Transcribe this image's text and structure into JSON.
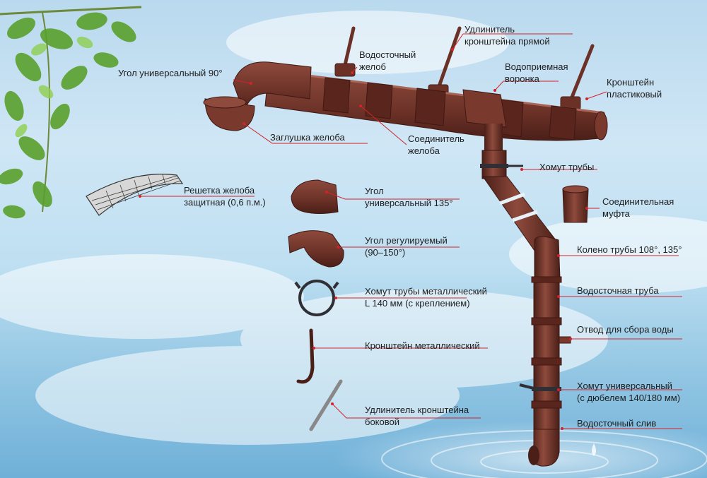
{
  "colors": {
    "pipe": "#6b3127",
    "pipe_light": "#8e4a3c",
    "pipe_dark": "#4a1f18",
    "leader": "#d2232a",
    "metal": "#2f2f35",
    "leaf": "#5aa02c"
  },
  "labels": {
    "bracket_extender_straight": [
      "Удлинитель",
      "кронштейна прямой"
    ],
    "gutter": [
      "Водосточный",
      "желоб"
    ],
    "funnel": [
      "Водоприемная",
      "воронка"
    ],
    "bracket_plastic": [
      "Кронштейн",
      "пластиковый"
    ],
    "corner_90": [
      "Угол универсальный 90°"
    ],
    "gutter_cap": [
      "Заглушка желоба"
    ],
    "gutter_connector": [
      "Соединитель",
      "желоба"
    ],
    "pipe_clamp": [
      "Хомут трубы"
    ],
    "gutter_grid": [
      "Решетка желоба",
      "защитная (0,6 п.м.)"
    ],
    "corner_135": [
      "Угол",
      "универсальный 135°"
    ],
    "coupling": [
      "Соединительная",
      "муфта"
    ],
    "corner_adjustable": [
      "Угол регулируемый",
      "(90–150°)"
    ],
    "elbow": [
      "Колено трубы 108°, 135°"
    ],
    "clamp_metal": [
      "Хомут трубы металлический",
      "L 140 мм (с креплением)"
    ],
    "downpipe": [
      "Водосточная труба"
    ],
    "water_outlet": [
      "Отвод для сбора воды"
    ],
    "bracket_metal": [
      "Кронштейн металлический"
    ],
    "clamp_universal": [
      "Хомут универсальный",
      "(с дюбелем 140/180 мм)"
    ],
    "bracket_extender_side": [
      "Удлинитель кронштейна",
      "боковой"
    ],
    "drain_spout": [
      "Водосточный слив"
    ]
  }
}
